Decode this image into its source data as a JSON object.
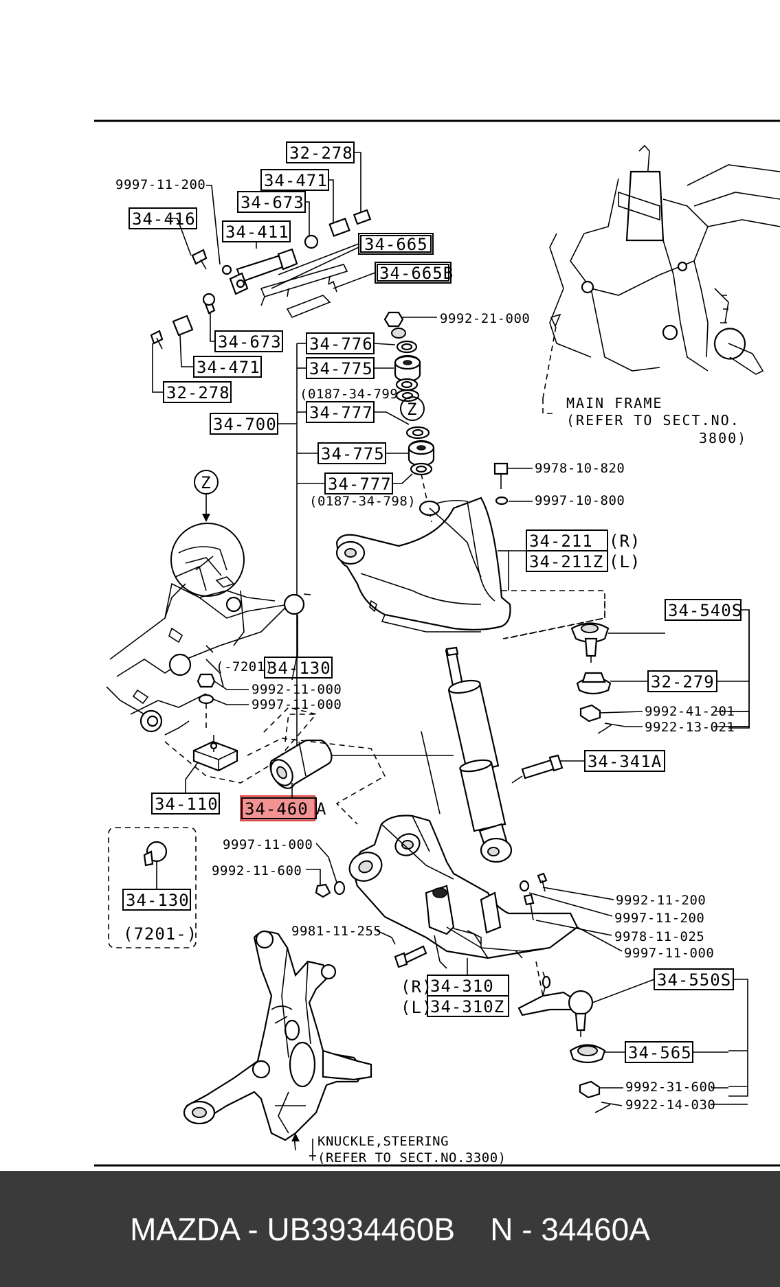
{
  "footer": {
    "caption": "MAZDA - UB3934460B    N - 34460A"
  },
  "highlight_color": "#f08080",
  "labels": {
    "p32_278_top": "32-278",
    "p9997_11_200": "9997-11-200",
    "p34_471_top": "34-471",
    "p34_673_top": "34-673",
    "p34_416": "34-416",
    "p34_411": "34-411",
    "p34_665": "34-665",
    "p34_665b": "34-665B",
    "p9992_21_000": "9992-21-000",
    "p34_673_bot": "34-673",
    "p34_776": "34-776",
    "p34_471_bot": "34-471",
    "p34_775_a": "34-775",
    "p32_278_bot": "32-278",
    "p0187_34_799": "(0187-34-799)",
    "p34_777_a": "34-777",
    "z_mark_right": "Z",
    "p34_700": "34-700",
    "p34_775_b": "34-775",
    "p34_777_b": "34-777",
    "p0187_34_798": "(0187-34-798)",
    "main_frame_1": "MAIN FRAME",
    "main_frame_2": "(REFER TO SECT.NO.",
    "main_frame_3": "3800)",
    "p9978_10_820": "9978-10-820",
    "p9997_10_800": "9997-10-800",
    "p34_211": "34-211",
    "p34_211_r": "(R)",
    "p34_211z": "34-211Z",
    "p34_211z_l": "(L)",
    "z_mark_left": "Z",
    "p34_540s": "34-540S",
    "p7201_dash": "(-7201)",
    "p34_130_top": "34-130",
    "p9992_11_000": "9992-11-000",
    "p9997_11_000_left": "9997-11-000",
    "p32_279": "32-279",
    "p9992_41_201": "9992-41-201",
    "p9922_13_021": "9922-13-021",
    "p34_341a": "34-341A",
    "p34_110": "34-110",
    "p34_460": "34-460",
    "p34_460_suffix": "A",
    "p9997_11_000_mid": "9997-11-000",
    "p9992_11_600": "9992-11-600",
    "p34_130_bot": "34-130",
    "p7201_open": "(7201-)",
    "p9992_11_200": "9992-11-200",
    "p9997_11_200_right": "9997-11-200",
    "p9981_11_255": "9981-11-255",
    "p9978_11_025": "9978-11-025",
    "p9997_11_000_right": "9997-11-000",
    "p34_310_r": "(R)",
    "p34_310": "34-310",
    "p34_550s": "34-550S",
    "p34_310z_l": "(L)",
    "p34_310z": "34-310Z",
    "p34_565": "34-565",
    "p9992_31_600": "9992-31-600",
    "p9922_14_030": "9922-14-030",
    "knuckle_1": "KNUCKLE,STEERING",
    "knuckle_2": "(REFER TO SECT.NO.3300)"
  }
}
